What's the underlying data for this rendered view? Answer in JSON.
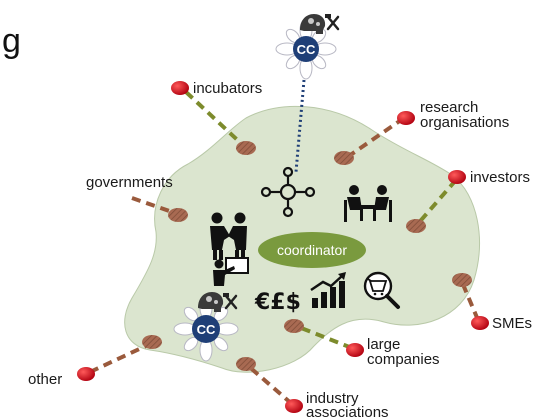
{
  "partial_heading": "g",
  "coordinator": {
    "label": "coordinator"
  },
  "cc_badges": [
    "CC",
    "CC"
  ],
  "actors": {
    "incubators": "incubators",
    "research": [
      "research",
      "organisations"
    ],
    "governments": "governments",
    "investors": "investors",
    "smes": "SMEs",
    "large": [
      "large",
      "companies"
    ],
    "industry": [
      "industry",
      "associations"
    ],
    "other": "other"
  },
  "currency_symbols": "€£$",
  "colors": {
    "blob_fill": "#dbe5cf",
    "blob_stroke": "#b9c9a8",
    "coordinator_fill": "#7a9a3e",
    "cc_fill": "#1f3f77",
    "actor_node": "#cc1020",
    "hub_node": "#a86a52",
    "dash_olive": "#7d8b2c",
    "dash_brown": "#9a5a3c",
    "dotted_link": "#1f3f77"
  }
}
